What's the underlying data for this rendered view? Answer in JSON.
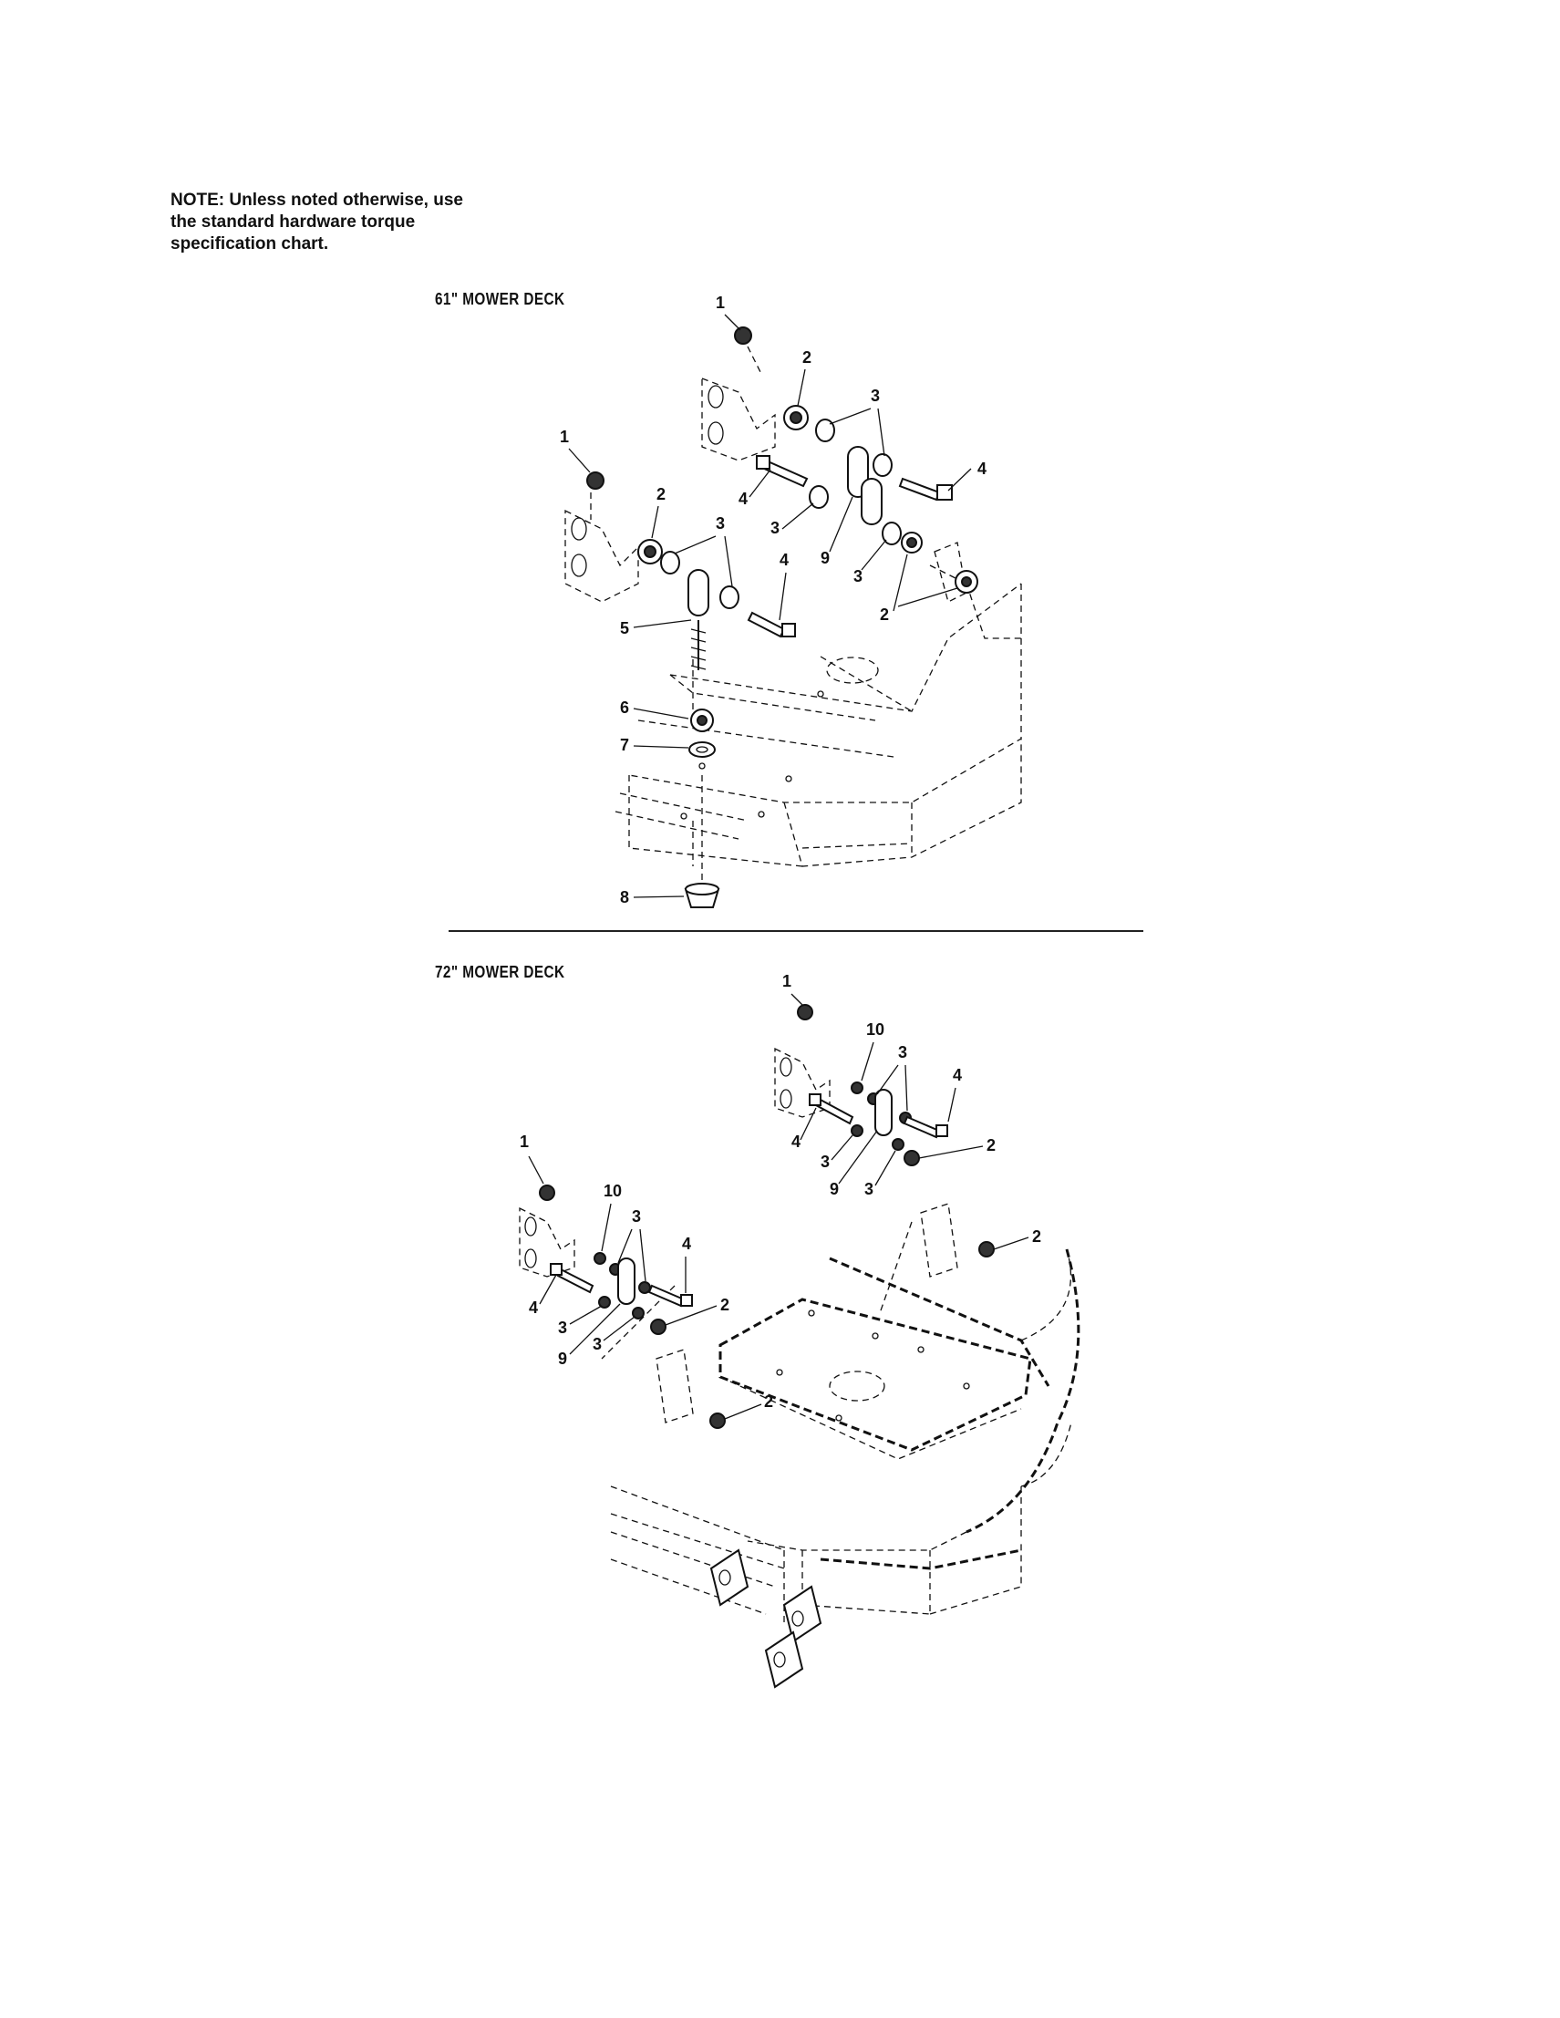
{
  "note": {
    "text": "NOTE: Unless noted otherwise, use\nthe standard hardware torque\nspecification chart."
  },
  "sections": [
    {
      "title": "61\" MOWER DECK",
      "callouts": [
        "1",
        "2",
        "3",
        "1",
        "2",
        "3",
        "4",
        "4",
        "3",
        "9",
        "3",
        "4",
        "2",
        "5",
        "6",
        "7",
        "8"
      ]
    },
    {
      "title": "72\" MOWER DECK",
      "callouts": [
        "1",
        "10",
        "3",
        "4",
        "4",
        "3",
        "9",
        "3",
        "2",
        "1",
        "10",
        "3",
        "4",
        "4",
        "3",
        "3",
        "2",
        "9",
        "2",
        "2"
      ]
    }
  ]
}
